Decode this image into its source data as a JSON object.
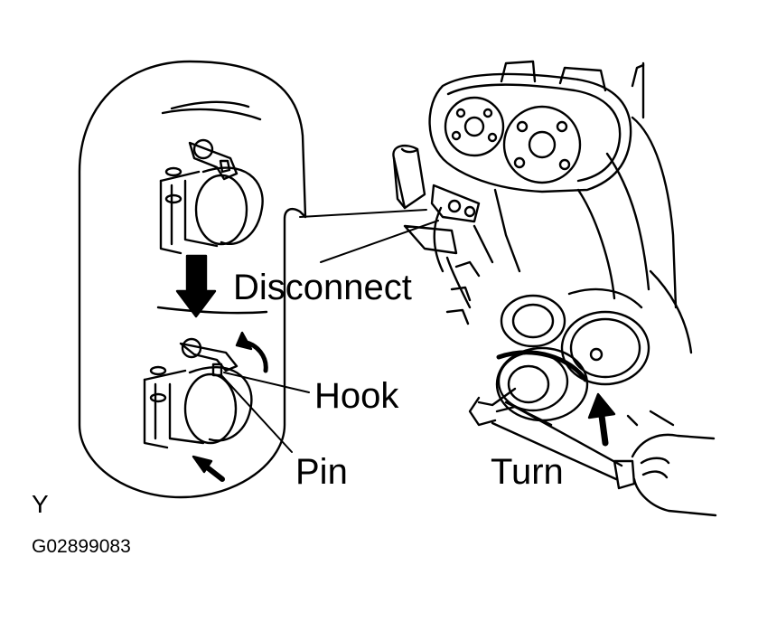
{
  "labels": {
    "disconnect": "Disconnect",
    "hook": "Hook",
    "pin": "Pin",
    "turn": "Turn"
  },
  "view_letter": "Y",
  "figure_code": "G02899083"
}
